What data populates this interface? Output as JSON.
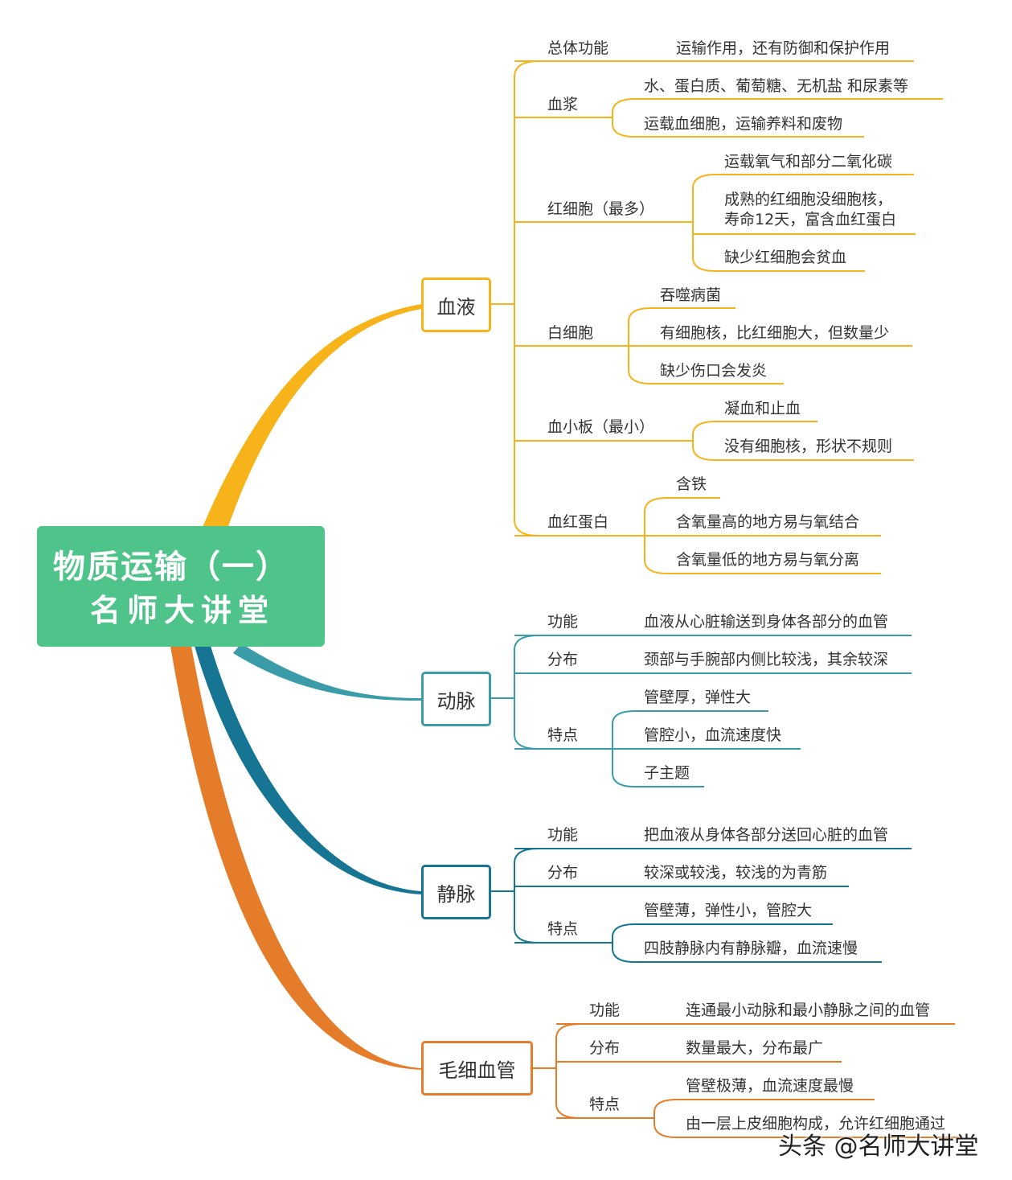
{
  "root": {
    "title": "物质运输（一）",
    "subtitle": "名师大讲堂"
  },
  "colors": {
    "blood": "#f6b31a",
    "artery": "#3a9ca8",
    "vein": "#157592",
    "capillary": "#e57c2a",
    "root_fill": "#4fc48a"
  },
  "branches": {
    "blood": {
      "label": "血液",
      "nodes": {
        "overall": {
          "label": "总体功能",
          "items": [
            "运输作用，还有防御和保护作用"
          ]
        },
        "plasma": {
          "label": "血浆",
          "items": [
            "水、蛋白质、葡萄糖、无机盐 和尿素等",
            "运载血细胞，运输养料和废物"
          ]
        },
        "rbc": {
          "label": "红细胞（最多）",
          "items": [
            "运载氧气和部分二氧化碳",
            "成熟的红细胞没细胞核，",
            "寿命12天，富含血红蛋白",
            "缺少红细胞会贫血"
          ]
        },
        "wbc": {
          "label": "白细胞",
          "items": [
            "吞噬病菌",
            "有细胞核，比红细胞大，但数量少",
            "缺少伤口会发炎"
          ]
        },
        "platelet": {
          "label": "血小板（最小）",
          "items": [
            "凝血和止血",
            "没有细胞核，形状不规则"
          ]
        },
        "hemoglobin": {
          "label": "血红蛋白",
          "items": [
            "含铁",
            "含氧量高的地方易与氧结合",
            "含氧量低的地方易与氧分离"
          ]
        }
      }
    },
    "artery": {
      "label": "动脉",
      "nodes": {
        "function": {
          "label": "功能",
          "items": [
            "血液从心脏输送到身体各部分的血管"
          ]
        },
        "distribution": {
          "label": "分布",
          "items": [
            "颈部与手腕部内侧比较浅，其余较深"
          ]
        },
        "features": {
          "label": "特点",
          "items": [
            "管壁厚，弹性大",
            "管腔小，血流速度快",
            "子主题"
          ]
        }
      }
    },
    "vein": {
      "label": "静脉",
      "nodes": {
        "function": {
          "label": "功能",
          "items": [
            "把血液从身体各部分送回心脏的血管"
          ]
        },
        "distribution": {
          "label": "分布",
          "items": [
            "较深或较浅，较浅的为青筋"
          ]
        },
        "features": {
          "label": "特点",
          "items": [
            "管壁薄，弹性小，管腔大",
            "四肢静脉内有静脉瓣，血流速慢"
          ]
        }
      }
    },
    "capillary": {
      "label": "毛细血管",
      "nodes": {
        "function": {
          "label": "功能",
          "items": [
            "连通最小动脉和最小静脉之间的血管"
          ]
        },
        "distribution": {
          "label": "分布",
          "items": [
            "数量最大，分布最广"
          ]
        },
        "features": {
          "label": "特点",
          "items": [
            "管壁极薄，血流速度最慢",
            "由一层上皮细胞构成，允许红细胞通过"
          ]
        }
      }
    }
  },
  "watermark": "头条 @名师大讲堂"
}
